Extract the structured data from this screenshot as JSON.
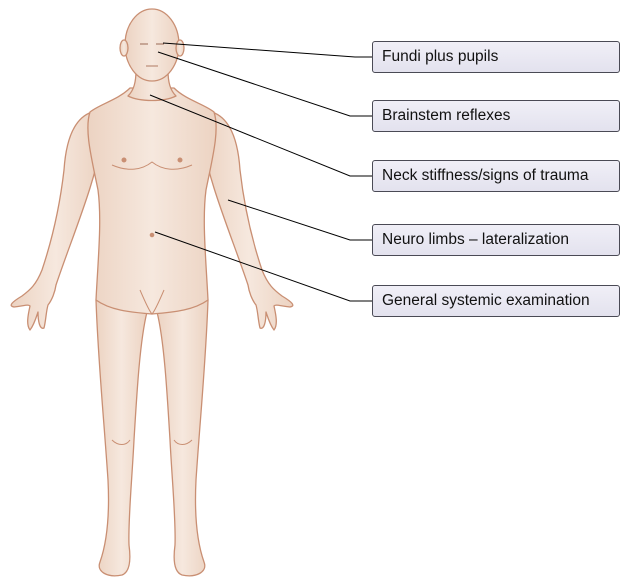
{
  "labels": [
    "Fundi plus pupils",
    "Brainstem reflexes",
    "Neck stiffness/signs of trauma",
    "Neuro limbs – lateralization",
    "General systemic examination"
  ],
  "colors": {
    "skin": "#f3e4d8",
    "skin_shade": "#e6c9b3",
    "outline": "#c98f73",
    "box_fill": "#e9e8f2",
    "box_border": "#4a4a55",
    "leader_line": "#000000"
  }
}
